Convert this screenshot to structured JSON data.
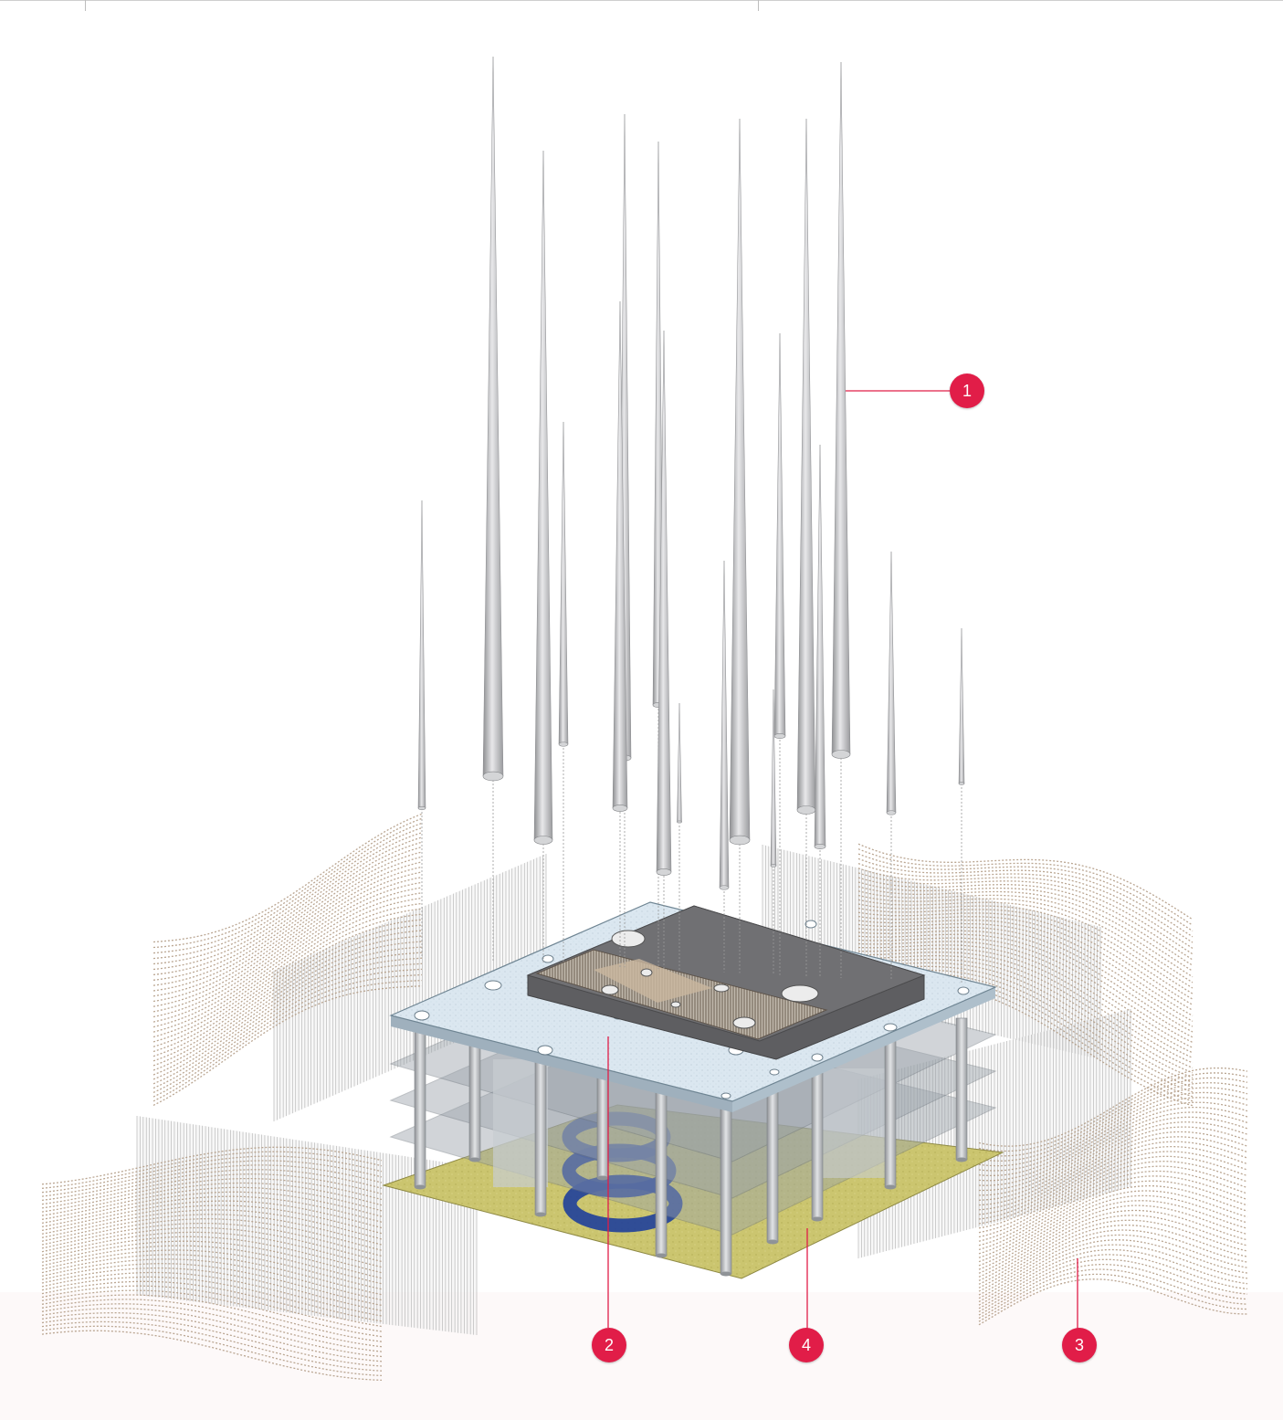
{
  "colors": {
    "callout": "#e11d48",
    "spike": "#c9c9cb",
    "slab": "#d9e6ef",
    "roof_dark": "#6d6d6f",
    "ground": "#c8c36a",
    "spiral": "#1f3f9a",
    "screen": "#b9b9b9",
    "wave": "#b29c86",
    "column": "#b9bcc0"
  },
  "callouts": [
    {
      "id": "1",
      "label": "1"
    },
    {
      "id": "2",
      "label": "2"
    },
    {
      "id": "3",
      "label": "3"
    },
    {
      "id": "4",
      "label": "4"
    }
  ]
}
